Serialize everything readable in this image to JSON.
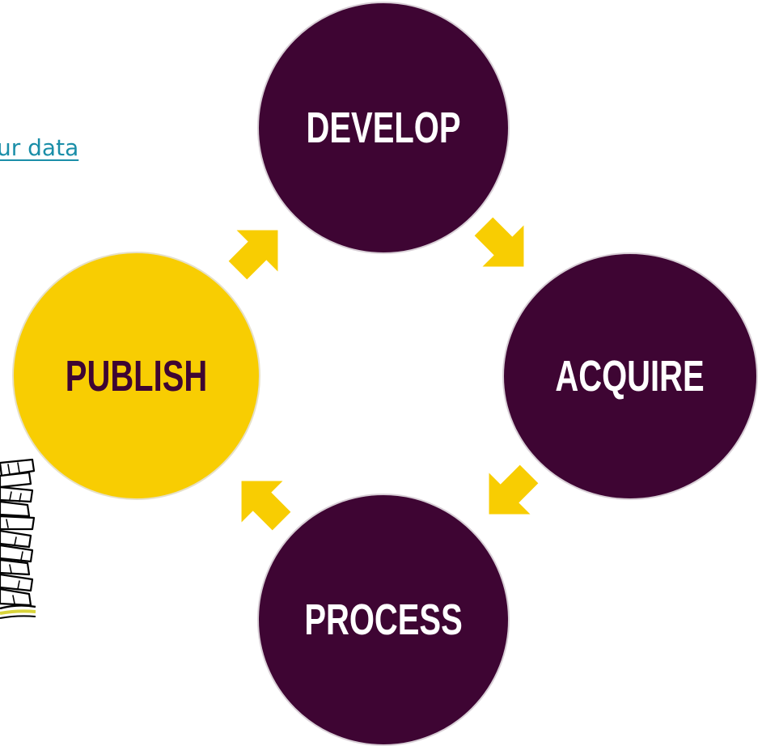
{
  "link": {
    "text": "ur data"
  },
  "cycle": {
    "stages": [
      {
        "id": "develop",
        "label": "DEVELOP"
      },
      {
        "id": "acquire",
        "label": "ACQUIRE"
      },
      {
        "id": "process",
        "label": "PROCESS"
      },
      {
        "id": "publish",
        "label": "PUBLISH"
      }
    ],
    "arrows": [
      {
        "from": "PUBLISH",
        "to": "DEVELOP"
      },
      {
        "from": "DEVELOP",
        "to": "ACQUIRE"
      },
      {
        "from": "ACQUIRE",
        "to": "PROCESS"
      },
      {
        "from": "PROCESS",
        "to": "PUBLISH"
      }
    ]
  },
  "colors": {
    "dark_stage": "#3e0533",
    "highlight_stage": "#f8cd02",
    "arrow": "#f8cd02",
    "link": "#1a8ea8"
  },
  "icons": [
    "arrow-icon",
    "book-stack-icon"
  ]
}
